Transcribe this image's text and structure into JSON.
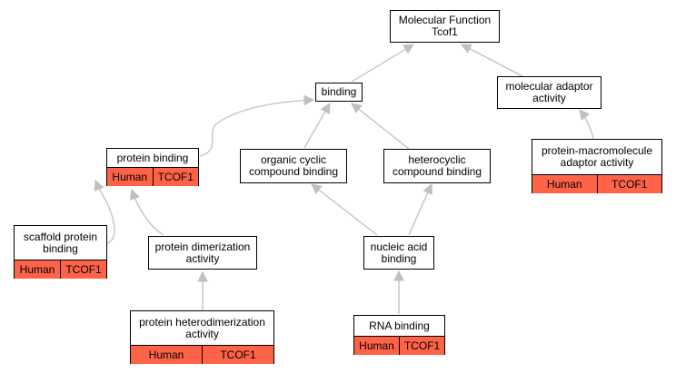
{
  "colors": {
    "annotation": "#ff6347",
    "edge": "#c0c0c0",
    "border": "#000000"
  },
  "nodes": {
    "molecular_function": {
      "label": "Molecular Function\nTcof1"
    },
    "binding": {
      "label": "binding"
    },
    "molecular_adaptor_activity": {
      "label": "molecular adaptor\nactivity"
    },
    "protein_binding": {
      "label": "protein binding",
      "species": "Human",
      "gene": "TCOF1"
    },
    "organic_cyclic_compound_binding": {
      "label": "organic cyclic\ncompound binding"
    },
    "heterocyclic_compound_binding": {
      "label": "heterocyclic\ncompound binding"
    },
    "protein_macromolecule_adaptor_activity": {
      "label": "protein-macromolecule\nadaptor activity",
      "species": "Human",
      "gene": "TCOF1"
    },
    "scaffold_protein_binding": {
      "label": "scaffold protein\nbinding",
      "species": "Human",
      "gene": "TCOF1"
    },
    "protein_dimerization_activity": {
      "label": "protein dimerization\nactivity"
    },
    "nucleic_acid_binding": {
      "label": "nucleic acid\nbinding"
    },
    "protein_heterodimerization_activity": {
      "label": "protein heterodimerization\nactivity",
      "species": "Human",
      "gene": "TCOF1"
    },
    "rna_binding": {
      "label": "RNA binding",
      "species": "Human",
      "gene": "TCOF1"
    }
  }
}
